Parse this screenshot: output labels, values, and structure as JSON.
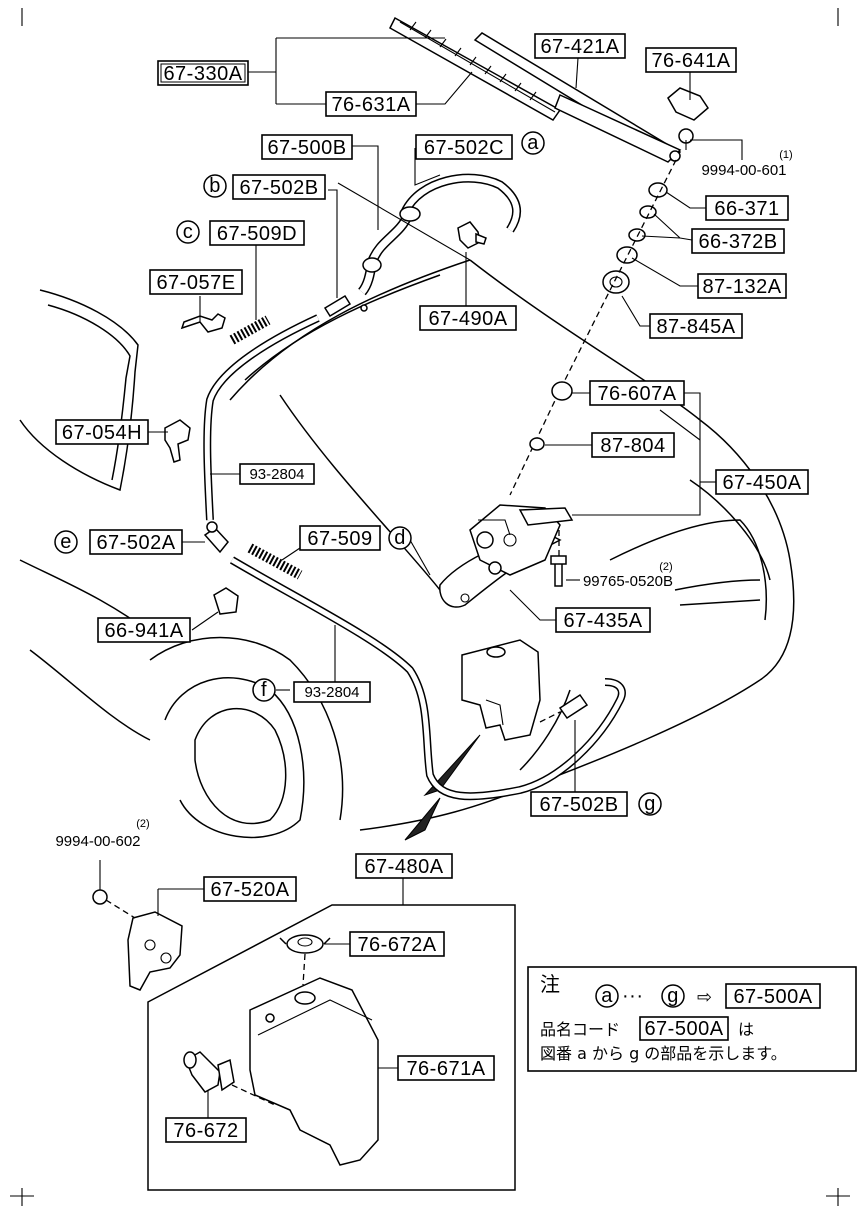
{
  "parts": {
    "p67_421A": "67-421A",
    "p76_641A": "76-641A",
    "p67_330A": "67-330A",
    "p76_631A": "76-631A",
    "p67_500B": "67-500B",
    "p67_502C": "67-502C",
    "p9994_00_601": "9994-00-601",
    "p9994_00_601_qty": "(1)",
    "p67_502B_top": "67-502B",
    "p66_371": "66-371",
    "p67_509D": "67-509D",
    "p66_372B": "66-372B",
    "p67_057E": "67-057E",
    "p67_490A": "67-490A",
    "p87_132A": "87-132A",
    "p87_845A": "87-845A",
    "p76_607A": "76-607A",
    "p67_054H": "67-054H",
    "p87_804": "87-804",
    "p93_2804_a": "93-2804",
    "p67_450A": "67-450A",
    "p67_502A": "67-502A",
    "p67_509": "67-509",
    "p99765_0520B": "99765-0520B",
    "p99765_0520B_qty": "(2)",
    "p66_941A": "66-941A",
    "p67_435A": "67-435A",
    "p93_2804_b": "93-2804",
    "p67_502B_bottom": "67-502B",
    "p9994_00_602": "9994-00-602",
    "p9994_00_602_qty": "(2)",
    "p67_480A": "67-480A",
    "p67_520A": "67-520A",
    "p76_672A": "76-672A",
    "p76_671A": "76-671A",
    "p76_672": "76-672"
  },
  "refs": {
    "a": "a",
    "b": "b",
    "c": "c",
    "d": "d",
    "e": "e",
    "f": "f",
    "g": "g"
  },
  "note": {
    "title": "注",
    "range_from": "a",
    "range_dots": "···",
    "range_to": "g",
    "arrow": "⇨",
    "target": "67-500A",
    "line1_pre": "品名コード",
    "line1_code": "67-500A",
    "line1_post": "は",
    "line2": "図番 a から g の部品を示します。"
  }
}
